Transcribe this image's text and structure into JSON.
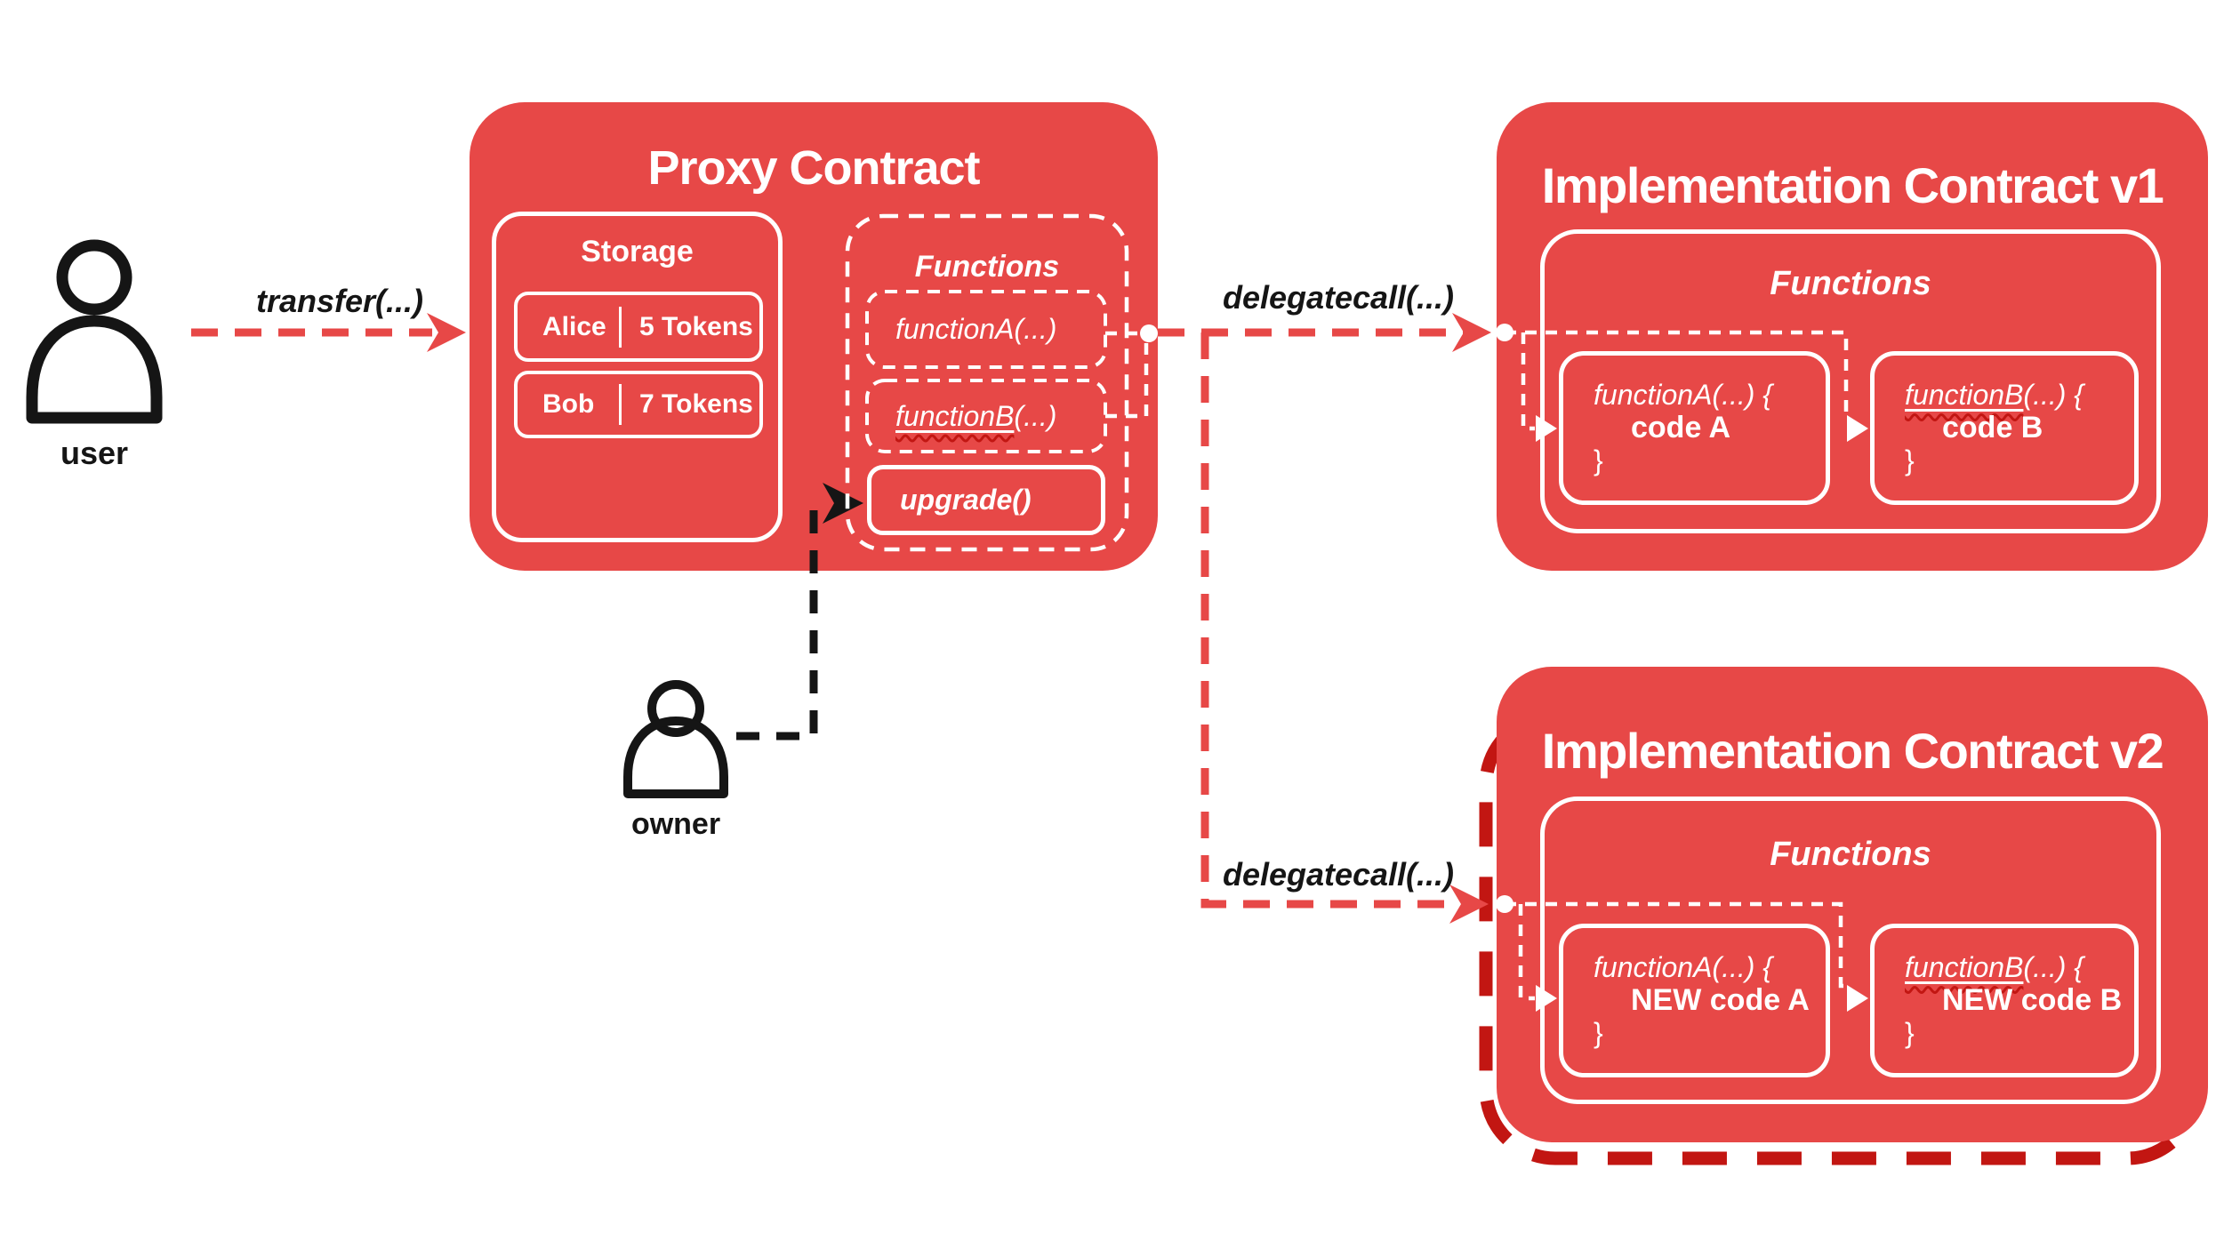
{
  "colors": {
    "box_red": "#E74847",
    "highlight_dark_red": "#C21612",
    "line_black": "#151515",
    "text_white": "#FFFFFF"
  },
  "actors": {
    "user": "user",
    "owner": "owner"
  },
  "labels": {
    "transfer": "transfer(...)",
    "delegatecall_v1": "delegatecall(...)",
    "delegatecall_v2": "delegatecall(...)"
  },
  "proxy": {
    "title": "Proxy Contract",
    "storage": {
      "title": "Storage",
      "rows": [
        {
          "name": "Alice",
          "value": "5 Tokens"
        },
        {
          "name": "Bob",
          "value": "7 Tokens"
        }
      ]
    },
    "functions": {
      "title": "Functions",
      "function_a": {
        "name": "functionA",
        "args": "(...)"
      },
      "function_b": {
        "name": "functionB",
        "args": "(...)"
      },
      "upgrade": "upgrade()"
    }
  },
  "impl_v1": {
    "title": "Implementation Contract v1",
    "functions": {
      "title": "Functions",
      "function_a": {
        "name": "functionA",
        "args": "(...) {",
        "body": "code A",
        "close": "}"
      },
      "function_b": {
        "name": "functionB",
        "args": "(...) {",
        "body": "code B",
        "close": "}"
      }
    }
  },
  "impl_v2": {
    "title": "Implementation Contract v2",
    "functions": {
      "title": "Functions",
      "function_a": {
        "name": "functionA",
        "args": "(...) {",
        "body": "NEW code A",
        "close": "}"
      },
      "function_b": {
        "name": "functionB",
        "args": "(...) {",
        "body": "NEW code B",
        "close": "}"
      }
    }
  }
}
